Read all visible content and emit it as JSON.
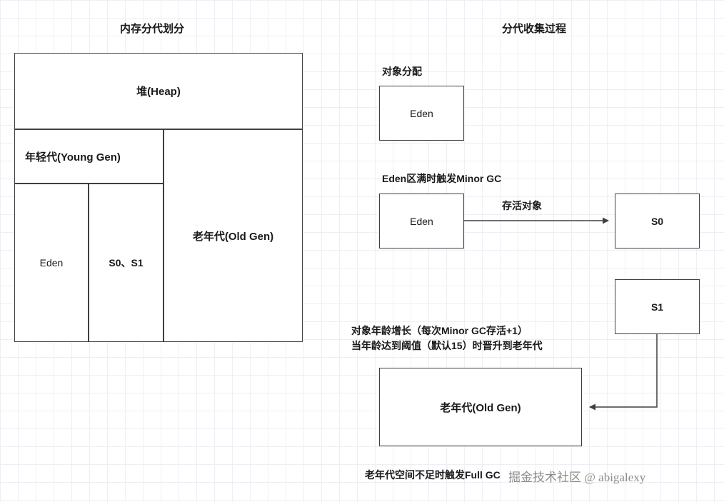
{
  "titles": {
    "left": "内存分代划分",
    "right": "分代收集过程"
  },
  "left_diagram": {
    "heap": "堆(Heap)",
    "young_gen": "年轻代(Young Gen)",
    "old_gen": "老年代(Old Gen)",
    "eden": "Eden",
    "survivors": "S0、S1"
  },
  "right_diagram": {
    "step1_caption": "对象分配",
    "step1_box": "Eden",
    "step2_caption": "Eden区满时触发Minor GC",
    "step2_box": "Eden",
    "step2_arrow_label": "存活对象",
    "s0_box": "S0",
    "s1_box": "S1",
    "step3_caption_line1": "对象年龄增长（每次Minor GC存活+1）",
    "step3_caption_line2": "当年龄达到阈值（默认15）时晋升到老年代",
    "old_gen_box": "老年代(Old Gen)",
    "step4_caption": "老年代空间不足时触发Full GC"
  },
  "watermark": "掘金技术社区 @ abigalexy",
  "colors": {
    "stroke": "#3f3f3f",
    "grid": "#f0eef5",
    "text": "#1a1a1a",
    "watermark": "#8d8d8d"
  }
}
